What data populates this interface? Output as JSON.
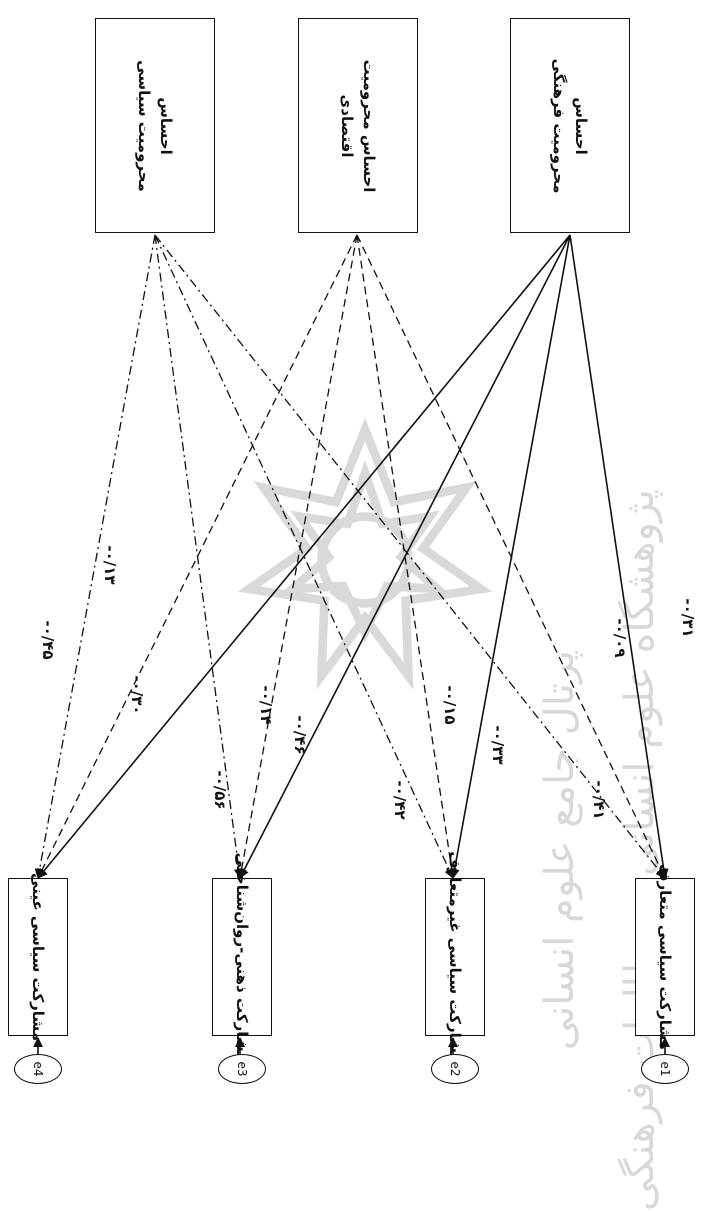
{
  "sources": [
    {
      "id": "cultural",
      "label_line1": "احساس",
      "label_line2": "محرومیت فرهنگی"
    },
    {
      "id": "economic",
      "label_line1": "احساس محرومیت",
      "label_line2": "اقتصادی"
    },
    {
      "id": "political",
      "label_line1": "احساس",
      "label_line2": "محرومیت سیاسی"
    }
  ],
  "targets": [
    {
      "id": "t1",
      "label": "مشارکت سیاسی متعارف",
      "error": "e1"
    },
    {
      "id": "t2",
      "label": "مشارکت سیاسی غیرمتعارف",
      "error": "e2"
    },
    {
      "id": "t3",
      "label": "مشارکت ذهنی-روان‌شناختی",
      "error": "e3"
    },
    {
      "id": "t4",
      "label": "مشارکت سیاسی عینی",
      "error": "e4"
    }
  ],
  "paths": [
    {
      "from": "cultural",
      "to": "t1",
      "coef": "-۰/۳۱"
    },
    {
      "from": "cultural",
      "to": "t2",
      "coef": "-۰/۳۳"
    },
    {
      "from": "cultural",
      "to": "t3",
      "coef": "-۰/۴۶"
    },
    {
      "from": "cultural",
      "to": "t4",
      "coef": "-۰/۴۵"
    },
    {
      "from": "economic",
      "to": "t1",
      "coef": "-۰/۰۹"
    },
    {
      "from": "economic",
      "to": "t2",
      "coef": "-۰/۱۵"
    },
    {
      "from": "economic",
      "to": "t3",
      "coef": "-۰/۱۴"
    },
    {
      "from": "economic",
      "to": "t4",
      "coef": "-۰/۱۳"
    },
    {
      "from": "political",
      "to": "t1",
      "coef": "-۰/۴۱"
    },
    {
      "from": "political",
      "to": "t2",
      "coef": "-۰/۴۲"
    },
    {
      "from": "political",
      "to": "t3",
      "coef": "-۰/۵۶"
    },
    {
      "from": "political",
      "to": "t4",
      "coef": "-۰/۳۰"
    }
  ],
  "watermark": {
    "line1": "پژوهشگاه علوم انسانی و مطالعات فرهنگی",
    "line2": "پرتال جامع علوم انسانی"
  }
}
